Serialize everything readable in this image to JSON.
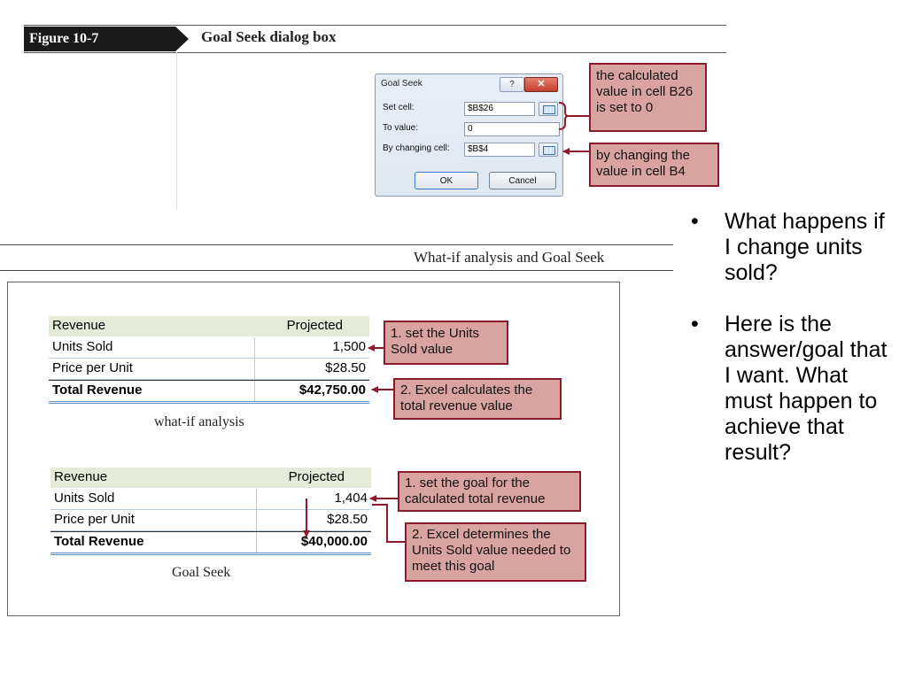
{
  "figure": {
    "label": "Figure  10-7",
    "title": "Goal Seek dialog box"
  },
  "dialog": {
    "title": "Goal Seek",
    "help_label": "?",
    "close_label": "✕",
    "set_cell_label": "Set cell:",
    "set_cell_value": "$B$26",
    "to_value_label": "To value:",
    "to_value_value": "0",
    "by_changing_label": "By changing cell:",
    "by_changing_value": "$B$4",
    "ok_label": "OK",
    "cancel_label": "Cancel"
  },
  "callouts": {
    "dialog_set_cell": "the calculated value in cell B26 is set to 0",
    "dialog_changing": "by changing the value in cell B4",
    "whatif_set_units": "1. set the Units Sold value",
    "whatif_excel_calc": "2. Excel calculates the total revenue value",
    "goal_set": "1. set the goal for the calculated total revenue",
    "goal_excel_determines": "2. Excel determines the Units Sold value needed to meet this goal"
  },
  "section": {
    "title": "What-if analysis and Goal Seek"
  },
  "whatif_table": {
    "header": [
      "Revenue",
      "Projected"
    ],
    "rows": [
      [
        "Units Sold",
        "1,500"
      ],
      [
        "Price per Unit",
        "$28.50"
      ]
    ],
    "total": [
      "Total Revenue",
      "$42,750.00"
    ],
    "caption": "what-if analysis"
  },
  "goalseek_table": {
    "header": [
      "Revenue",
      "Projected"
    ],
    "rows": [
      [
        "Units Sold",
        "1,404"
      ],
      [
        "Price per Unit",
        "$28.50"
      ]
    ],
    "total": [
      "Total Revenue",
      "$40,000.00"
    ],
    "caption": "Goal Seek"
  },
  "bullets": [
    {
      "dot": "•",
      "text": "What happens if I change units sold?"
    },
    {
      "dot": "•",
      "text": "Here is the answer/goal that I want. What must happen to achieve that result?"
    }
  ],
  "colors": {
    "callout_fill": "#d9a3a0",
    "callout_border": "#8b1a2b",
    "arrow": "#8b1a2b",
    "table_header": "#e4ecd8"
  }
}
